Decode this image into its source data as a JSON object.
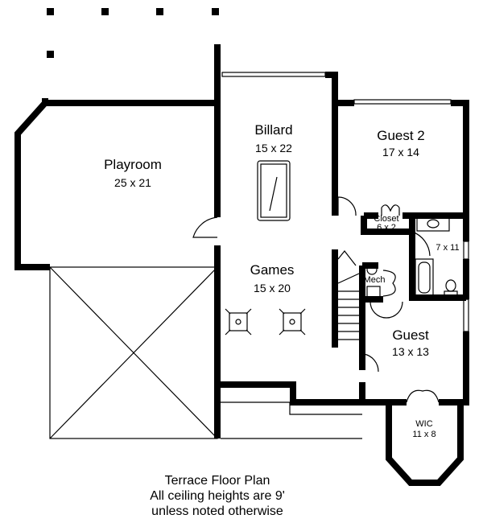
{
  "rooms": [
    {
      "name": "Playroom",
      "size": "25 x 21"
    },
    {
      "name": "Billard",
      "size": "15 x 22"
    },
    {
      "name": "Guest 2",
      "size": "17 x 14"
    },
    {
      "name": "Closet",
      "size": "6 x 2"
    },
    {
      "name": "",
      "size": "7 x 11"
    },
    {
      "name": "Mech",
      "size": ""
    },
    {
      "name": "Games",
      "size": "15 x 20"
    },
    {
      "name": "Guest",
      "size": "13 x 13"
    },
    {
      "name": "WIC",
      "size": "11 x 8"
    }
  ],
  "caption": {
    "line1": "Terrace Floor Plan",
    "line2": "All ceiling heights are 9'",
    "line3": "unless noted otherwise"
  },
  "colors": {
    "wall": "#000000",
    "background": "#ffffff"
  }
}
